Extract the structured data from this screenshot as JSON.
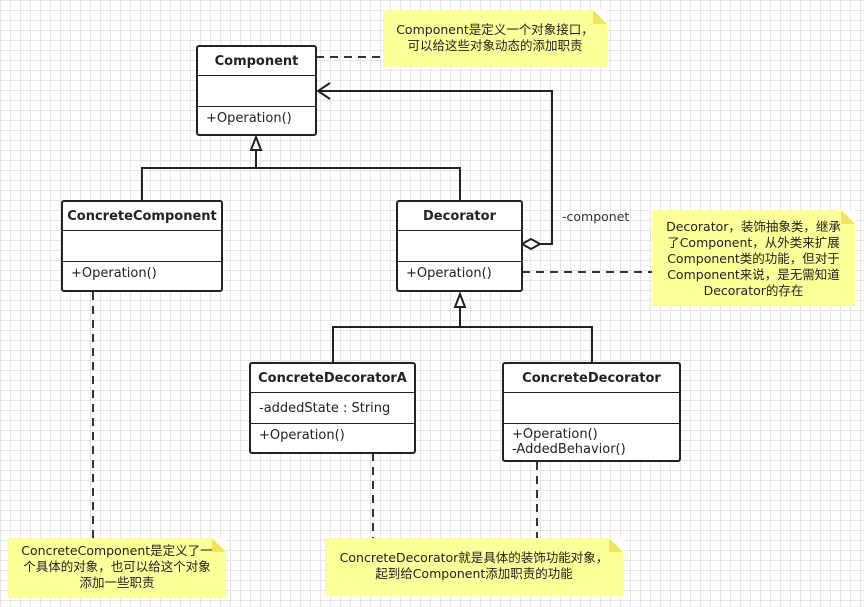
{
  "classes": {
    "component": {
      "name": "Component",
      "ops": [
        "+Operation()"
      ]
    },
    "concrete_component": {
      "name": "ConcreteComponent",
      "ops": [
        "+Operation()"
      ]
    },
    "decorator": {
      "name": "Decorator",
      "ops": [
        "+Operation()"
      ]
    },
    "concrete_decorator_a": {
      "name": "ConcreteDecoratorA",
      "attrs": [
        "-addedState : String"
      ],
      "ops": [
        "+Operation()"
      ]
    },
    "concrete_decorator": {
      "name": "ConcreteDecorator",
      "ops": [
        "+Operation()",
        "-AddedBehavior()"
      ]
    }
  },
  "association_label": "-componet",
  "notes": {
    "component": [
      "Component是定义一个对象接口，",
      "可以给这些对象动态的添加职责"
    ],
    "decorator": [
      "Decorator，装饰抽象类，继承",
      "了Component，从外类来扩展",
      "Component类的功能，但对于",
      "Component来说，是无需知道",
      "Decorator的存在"
    ],
    "concrete_component": [
      "ConcreteComponent是定义了一",
      "个具体的对象，也可以给这个对象",
      "添加一些职责"
    ],
    "concrete_decorator": [
      "ConcreteDecorator就是具体的装饰功能对象，",
      "起到给Component添加职责的功能"
    ]
  }
}
